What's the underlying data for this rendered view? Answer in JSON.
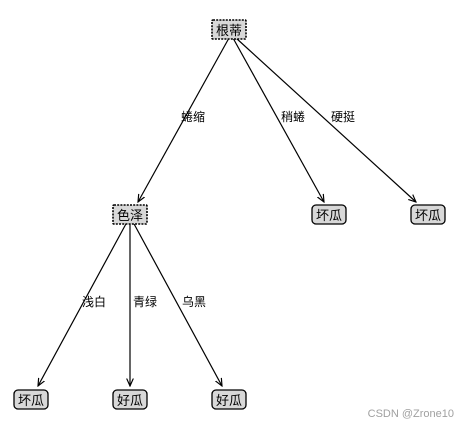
{
  "tree": {
    "root": {
      "label": "根蒂",
      "type": "decision"
    },
    "branches": [
      {
        "edge_label": "蜷缩",
        "node": {
          "label": "色泽",
          "type": "decision",
          "branches": [
            {
              "edge_label": "浅白",
              "node": {
                "label": "坏瓜",
                "type": "leaf"
              }
            },
            {
              "edge_label": "青绿",
              "node": {
                "label": "好瓜",
                "type": "leaf"
              }
            },
            {
              "edge_label": "乌黑",
              "node": {
                "label": "好瓜",
                "type": "leaf"
              }
            }
          ]
        }
      },
      {
        "edge_label": "稍蜷",
        "node": {
          "label": "坏瓜",
          "type": "leaf"
        }
      },
      {
        "edge_label": "硬挺",
        "node": {
          "label": "坏瓜",
          "type": "leaf"
        }
      }
    ]
  },
  "colors": {
    "node_fill": "#d8d8d8",
    "stroke": "#000000",
    "watermark": "#a0a0a0"
  },
  "watermark": "CSDN @Zrone10"
}
